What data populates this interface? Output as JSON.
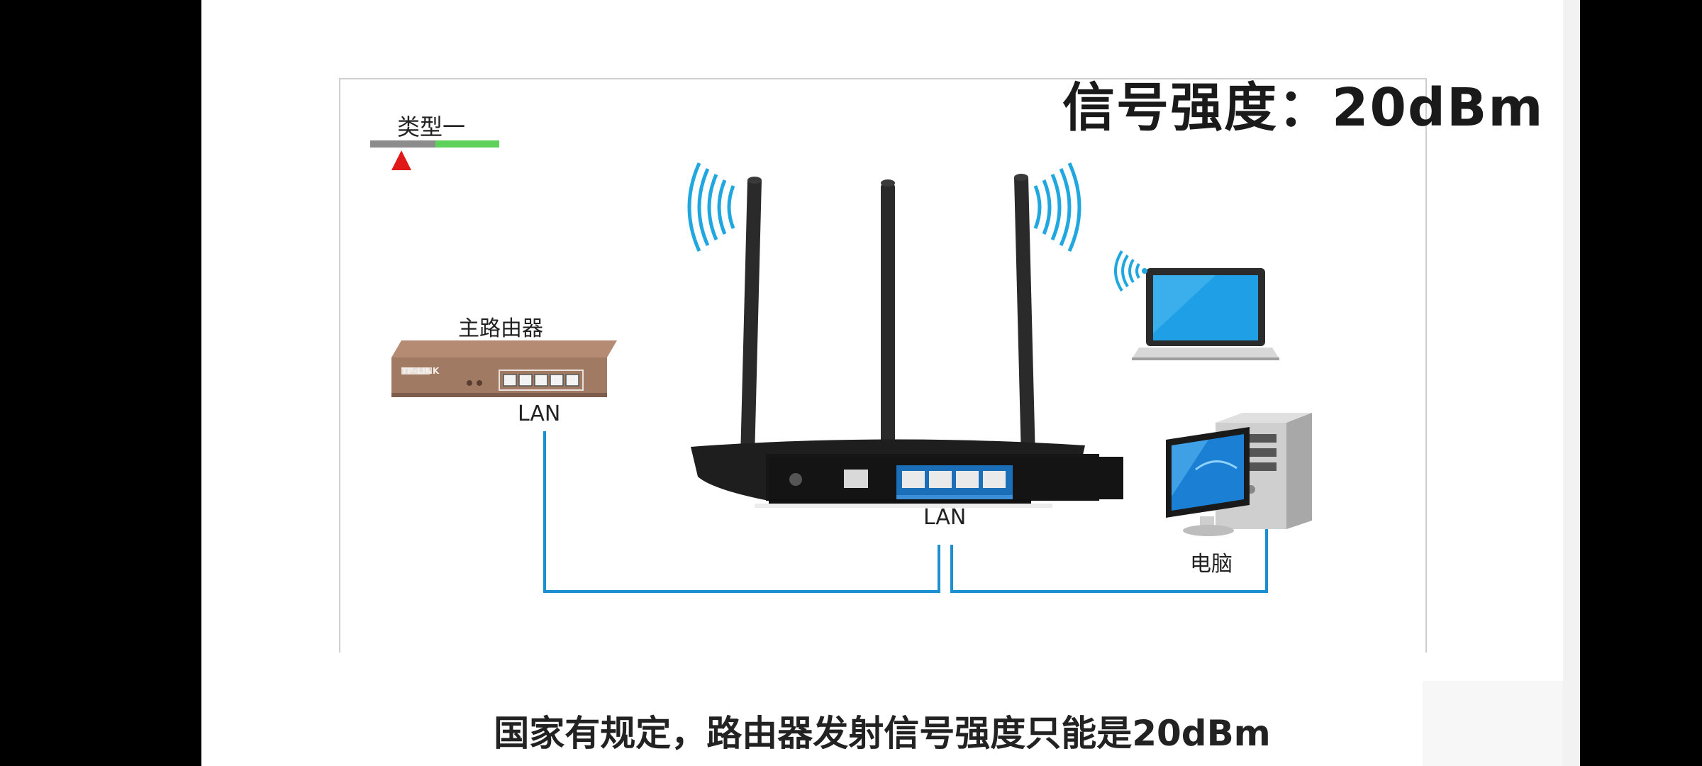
{
  "header": {
    "signal_title": "信号强度：20dBm",
    "type_label": "类型一"
  },
  "devices": {
    "main_router_label": "主路由器",
    "main_router_lan": "LAN",
    "router_lan": "LAN",
    "computer_label": "电脑",
    "main_router_brand": "TP-LINK"
  },
  "caption": "国家有规定，路由器发射信号强度只能是20dBm",
  "colors": {
    "cable": "#1b8fd1",
    "wifi": "#21a7e0",
    "indicator_gray": "#8c8c8c",
    "indicator_green": "#5dd15a",
    "indicator_marker": "#e01818",
    "router_body": "#1e1e1e",
    "main_router_body": "#a07a62"
  },
  "icons": [
    "wifi-signal-icon",
    "laptop-icon",
    "desktop-computer-icon",
    "router-icon",
    "switch-router-icon"
  ]
}
